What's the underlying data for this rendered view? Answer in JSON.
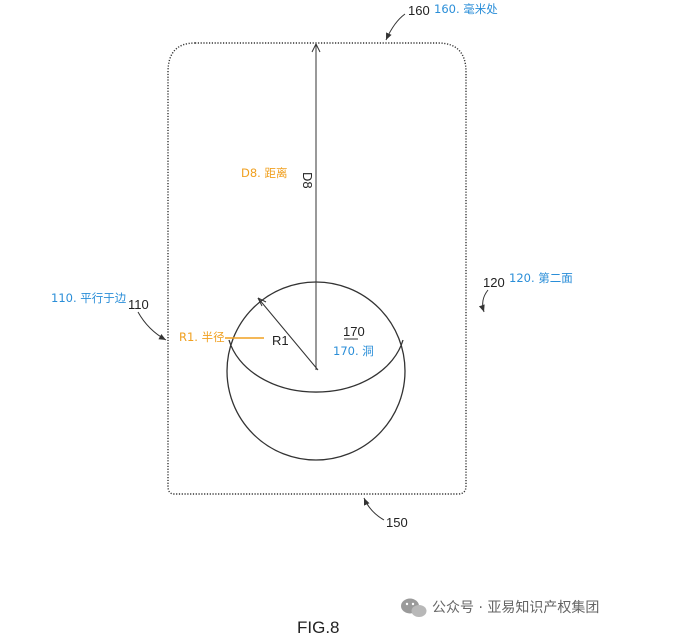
{
  "figure_label": "FIG.8",
  "colors": {
    "line": "#333333",
    "blue": "#2a8ed8",
    "orange": "#f0a020",
    "watermark": "#666666"
  },
  "reference_numerals": {
    "r160": "160",
    "r120": "120",
    "r110": "110",
    "r150": "150",
    "r170": "170",
    "d8": "D8",
    "r1": "R1"
  },
  "annotations": {
    "a160": "160. 毫米处",
    "a120": "120. 第二面",
    "a110": "110. 平行于边",
    "a170": "170. 洞",
    "d8": "D8. 距离",
    "r1": "R1. 半径"
  },
  "watermark": {
    "icon": "wechat-icon",
    "text": "公众号 · 亚易知识产权集团"
  }
}
